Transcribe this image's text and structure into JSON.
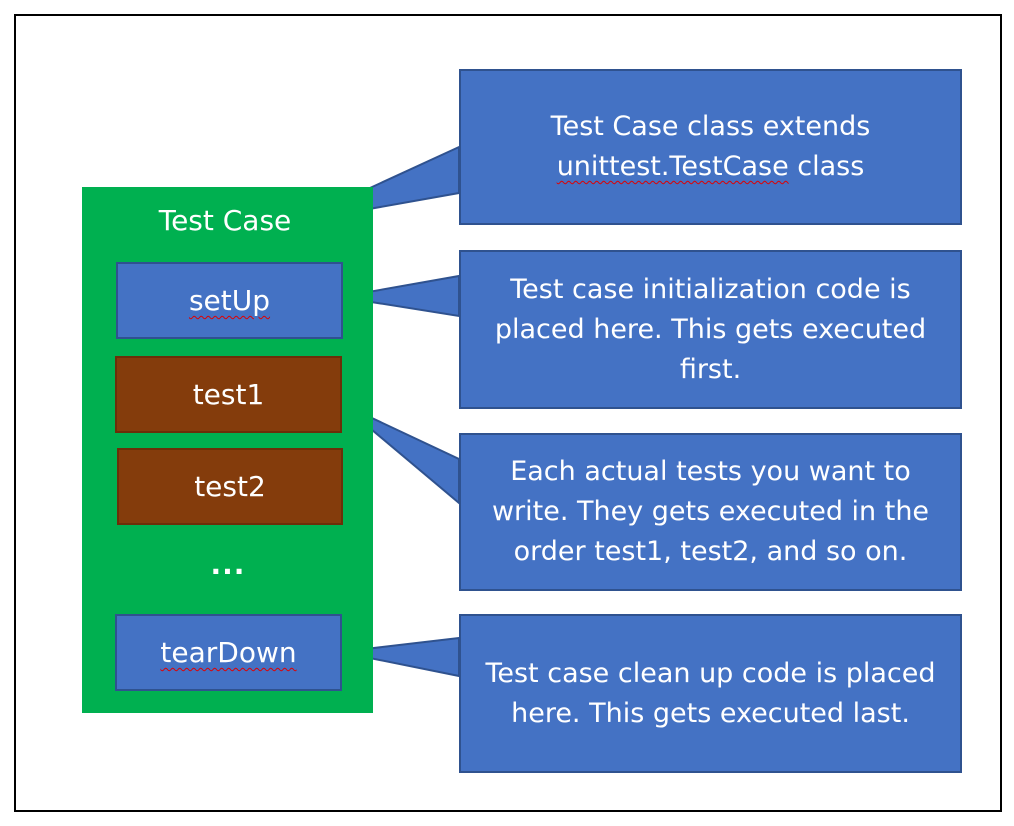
{
  "colors": {
    "container_fill": "#00b050",
    "blue_fill": "#4472c4",
    "blue_border": "#2f528f",
    "brown_fill": "#843c0c",
    "text": "#ffffff",
    "frame_border": "#000000",
    "spellcheck_underline": "#e00000"
  },
  "test_case": {
    "title": "Test Case",
    "setup_label": "setUp",
    "test1_label": "test1",
    "test2_label": "test2",
    "ellipsis": "...",
    "teardown_label": "tearDown"
  },
  "callouts": {
    "class": {
      "prefix": "Test Case class extends",
      "underlined": "unittest.TestCase",
      "suffix": "class"
    },
    "setup": {
      "text": "Test case initialization code is placed here. This gets executed first."
    },
    "tests": {
      "text": "Each actual tests you want to write. They gets executed in the order test1, test2, and so on."
    },
    "teardown": {
      "text": "Test case clean up code is placed here. This gets executed last."
    }
  }
}
